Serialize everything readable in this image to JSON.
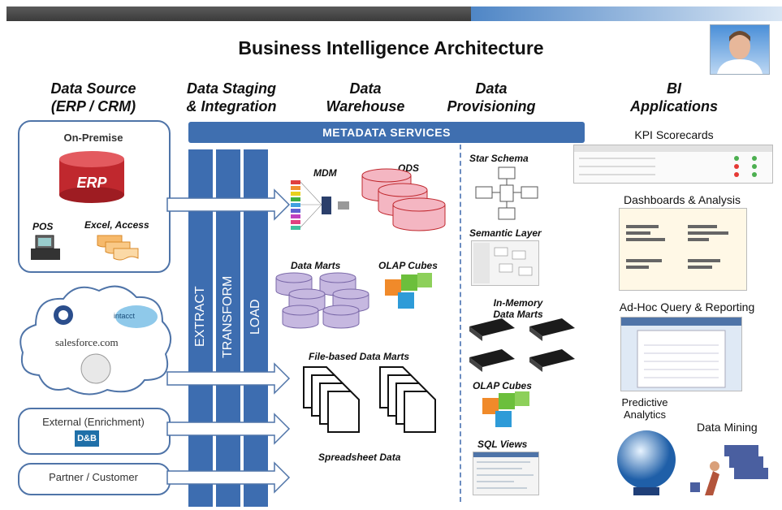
{
  "title": "Business Intelligence Architecture",
  "columns": [
    {
      "line1": "Data Source",
      "line2": "(ERP / CRM)"
    },
    {
      "line1": "Data Staging",
      "line2": "& Integration"
    },
    {
      "line1": "Data",
      "line2": "Warehouse"
    },
    {
      "line1": "Data",
      "line2": "Provisioning"
    },
    {
      "line1": "BI",
      "line2": "Applications"
    }
  ],
  "metadata_label": "METADATA SERVICES",
  "sources": {
    "on_premise": "On-Premise",
    "erp": "ERP",
    "pos": "POS",
    "excel": "Excel, Access",
    "cloud_logos": [
      "intacct",
      "salesforce.com"
    ],
    "external": "External (Enrichment)",
    "dnb": "D&B",
    "partner": "Partner / Customer"
  },
  "etl": [
    "EXTRACT",
    "TRANSFORM",
    "LOAD"
  ],
  "warehouse": {
    "mdm": "MDM",
    "ods": "ODS",
    "data_marts": "Data Marts",
    "olap": "OLAP Cubes",
    "file_marts": "File-based Data Marts",
    "spreadsheet": "Spreadsheet Data"
  },
  "provisioning": {
    "star": "Star Schema",
    "semantic": "Semantic Layer",
    "inmem1": "In-Memory",
    "inmem2": "Data Marts",
    "olap": "OLAP Cubes",
    "sql": "SQL Views"
  },
  "bi": {
    "kpi": "KPI Scorecards",
    "dash": "Dashboards & Analysis",
    "adhoc": "Ad-Hoc Query & Reporting",
    "pred1": "Predictive",
    "pred2": "Analytics",
    "mining": "Data Mining"
  },
  "colors": {
    "bar": "#3d6db0",
    "box_border": "#4f74a8",
    "erp": "#c0282e",
    "cyl": "#f4b6c2",
    "mart": "#c6b8e0"
  }
}
